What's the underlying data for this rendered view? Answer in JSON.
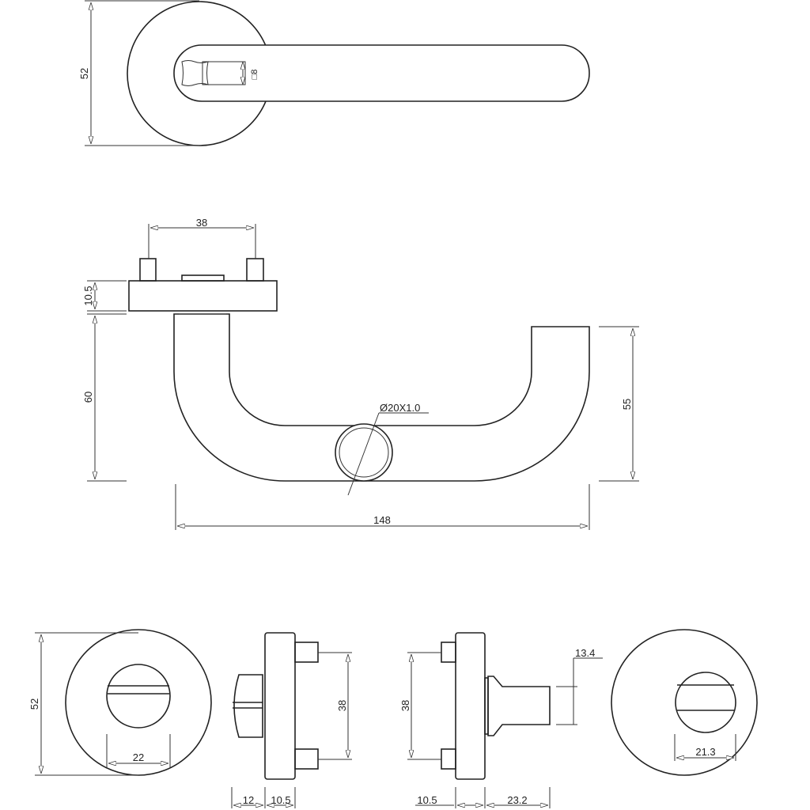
{
  "drawing": {
    "top_view": {
      "rose_diameter": "52",
      "square_spindle": "□8"
    },
    "side_view": {
      "pin_spacing": "38",
      "rose_thickness": "10.5",
      "lever_height": "60",
      "lever_drop": "55",
      "tube": "Ø20X1.0",
      "lever_length": "148"
    },
    "escutcheon": {
      "rose_diameter": "52",
      "left_hole": "22",
      "screw_length": "12",
      "left_thickness": "10.5",
      "left_pin_spacing": "38",
      "right_pin_spacing": "38",
      "right_thickness": "10.5",
      "knob_length": "23.2",
      "knob_width": "13.4",
      "right_hole": "21.3"
    }
  }
}
